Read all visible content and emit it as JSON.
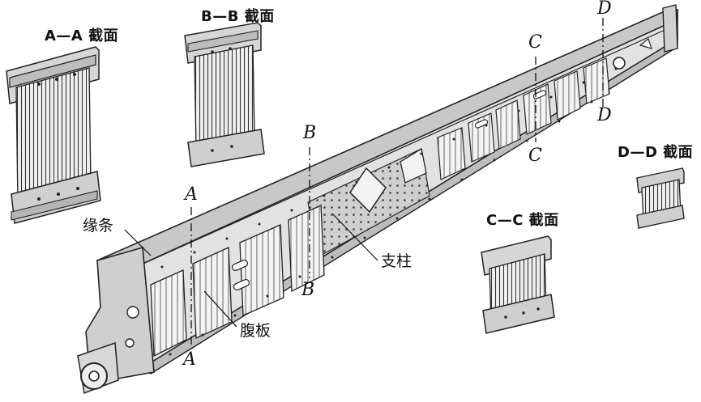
{
  "section_labels": {
    "aa": "A—A 截面",
    "bb": "B—B 截面",
    "cc": "C—C 截面",
    "dd": "D—D 截面"
  },
  "part_labels": {
    "flange": "缘条",
    "web": "腹板",
    "strut": "支柱"
  },
  "cut_marks": {
    "a_top": "A",
    "a_bottom": "A",
    "b_top": "B",
    "b_bottom": "B",
    "c_top": "C",
    "c_bottom": "C",
    "d_top": "D",
    "d_bottom": "D"
  }
}
